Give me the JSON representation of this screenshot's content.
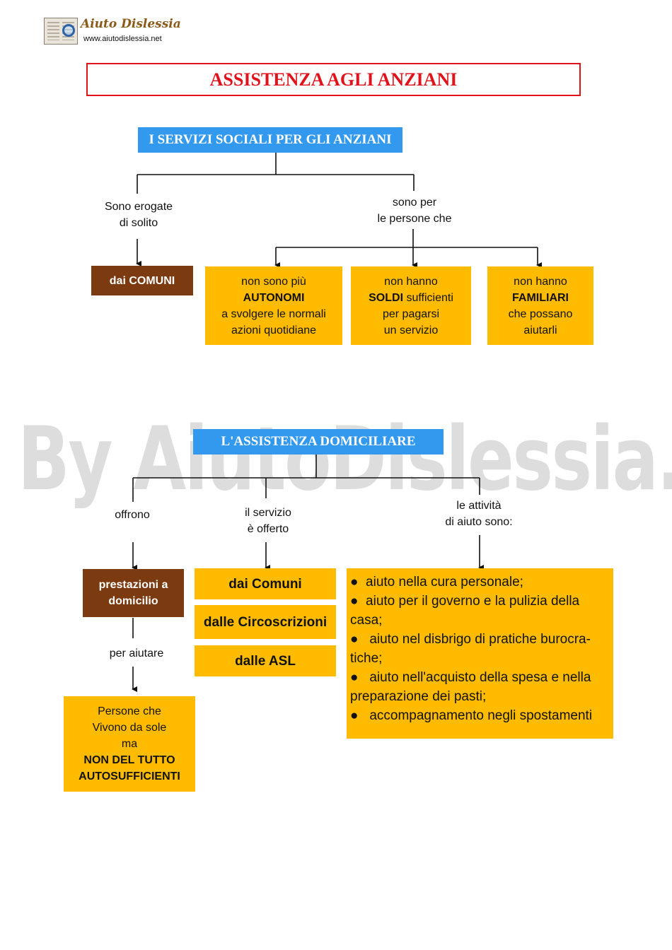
{
  "logo": {
    "name": "Aiuto Dislessia",
    "url": "www.aiutodislessia.net"
  },
  "title": "ASSISTENZA AGLI ANZIANI",
  "section1": {
    "heading": "I SERVIZI SOCIALI PER GLI ANZIANI",
    "branch_left": [
      "Sono erogate",
      "di solito"
    ],
    "branch_right": [
      "sono  per",
      "le persone che"
    ],
    "provider": "dai COMUNI",
    "boxes": [
      {
        "lines": [
          "non sono più",
          "AUTONOMI",
          "a svolgere le normali",
          "azioni quotidiane"
        ]
      },
      {
        "lines": [
          "non hanno",
          "sufficienti",
          "per pagarsi",
          "un servizio"
        ],
        "bold": "SOLDI"
      },
      {
        "lines": [
          "non hanno",
          "FAMILIARI",
          "che possano",
          "aiutarli"
        ]
      }
    ]
  },
  "watermark": "By AiutoDislessia.net",
  "section2": {
    "heading": "L'ASSISTENZA DOMICILIARE",
    "branch_left": "offrono",
    "branch_middle": [
      "il servizio",
      "è offerto"
    ],
    "branch_right": [
      "le attività",
      "di aiuto sono:"
    ],
    "service": [
      "prestazioni a",
      "domicilio"
    ],
    "purpose_label": "per aiutare",
    "target": [
      "Persone che",
      "Vivono da sole",
      "ma",
      "NON  DEL TUTTO",
      "AUTOSUFFICIENTI"
    ],
    "providers": [
      "dai Comuni",
      "dalle Circoscrizioni",
      "dalle ASL"
    ],
    "activities": [
      "aiuto nella cura personale;",
      "aiuto per il governo e la pulizia della casa;",
      "aiuto nel disbrigo di pratiche burocra-tiche;",
      "aiuto nell'acquisto della spesa e nella preparazione dei pasti;",
      "accompagnamento negli spostamenti"
    ]
  },
  "colors": {
    "title_red": "#e0121b",
    "heading_blue": "#3399ee",
    "box_yellow": "#ffbb00",
    "box_brown": "#7b3a10"
  }
}
